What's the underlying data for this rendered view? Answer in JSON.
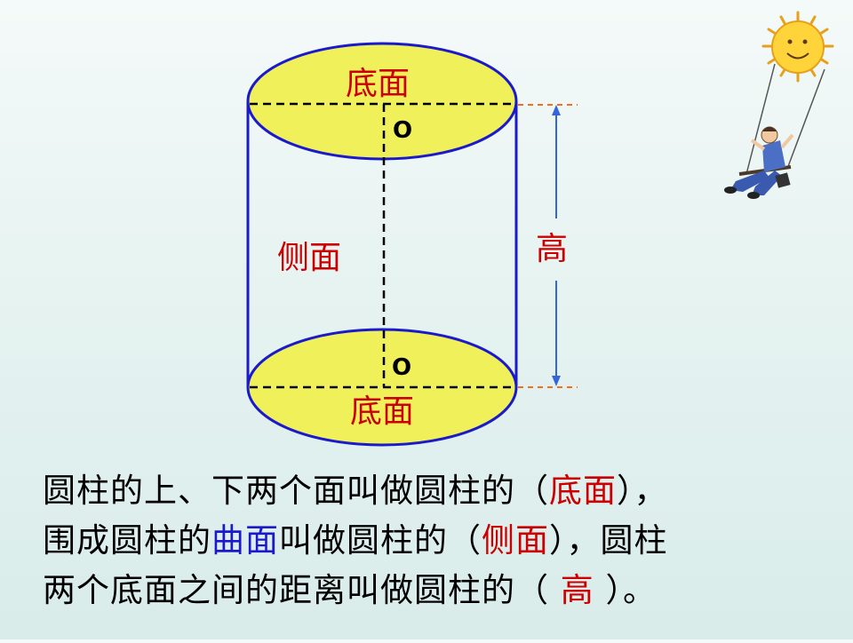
{
  "colors": {
    "face_fill": "#f0f05a",
    "outline": "#1a1acc",
    "dash": "#000000",
    "height_marker": "#f07020",
    "height_arrow": "#3366dd",
    "answer": "#cc0000",
    "highlight": "#1a1acc"
  },
  "diagram": {
    "top_face_label": "底面",
    "bottom_face_label": "底面",
    "top_center_label": "O",
    "bottom_center_label": "O",
    "side_label": "侧面",
    "height_label": "高"
  },
  "icons": {
    "clipart": "sun-swing-icon"
  },
  "text": {
    "line1_pre": "圆柱的上、下两个面叫做圆柱的（",
    "line1_answer": "底面",
    "line1_post": "），",
    "line2_pre": "围成圆柱的",
    "line2_highlight": "曲面",
    "line2_mid": "叫做圆柱的（",
    "line2_answer": "侧面",
    "line2_post": "），圆柱",
    "line3_pre": "两个底面之间的距离叫做圆柱的（ ",
    "line3_answer": "高",
    "line3_post": " ）。"
  }
}
